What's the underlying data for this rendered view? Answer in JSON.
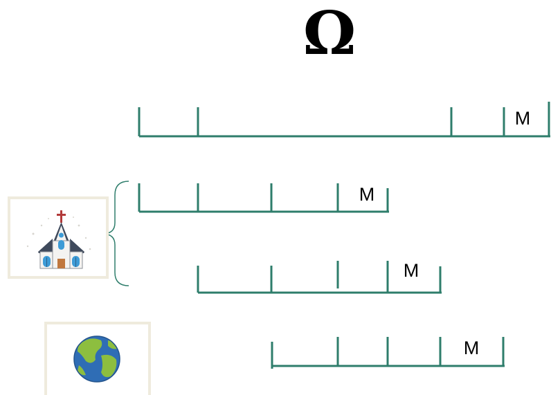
{
  "title_symbol": "Ω",
  "marker_label": "M",
  "colors": {
    "line": "#2E7D6B",
    "frame": "#EFEBDD",
    "bracket": "#2E7D6B",
    "church_wall": "#F4F3F1",
    "church_roof": "#3F4A5C",
    "church_window": "#3D9BD6",
    "church_door": "#C0773E",
    "church_cross": "#B23A3A",
    "globe_ocean": "#2F6DB5",
    "globe_land": "#8DBE3F"
  },
  "icons": [
    "church-icon",
    "globe-icon"
  ],
  "timelines": [
    {
      "id": "timeline-1",
      "ticks": 5,
      "marker": "M"
    },
    {
      "id": "timeline-2",
      "ticks": 5,
      "marker": "M"
    },
    {
      "id": "timeline-3",
      "ticks": 5,
      "marker": "M"
    },
    {
      "id": "timeline-4",
      "ticks": 5,
      "marker": "M"
    }
  ]
}
